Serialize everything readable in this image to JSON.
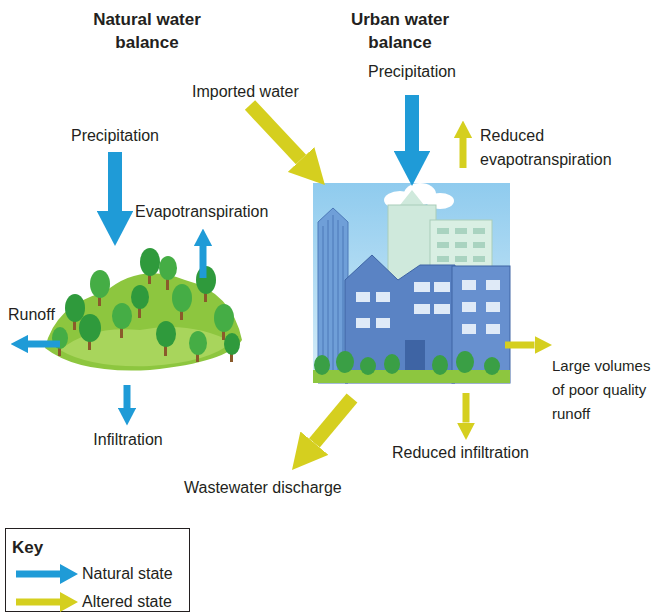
{
  "diagram": {
    "labels": [
      "Natural water balance",
      "Urban water balance",
      "Imported water",
      "Precipitation",
      "Reduced evapotranspiration",
      "Precipitation",
      "Evapotranspiration",
      "Runoff",
      "Infiltration",
      "Large volumes of poor quality runoff",
      "Reduced infiltration",
      "Wastewater discharge",
      "Key"
    ],
    "legend": [
      {
        "text": "Natural state",
        "color": "#1f9bd7"
      },
      {
        "text": "Altered state",
        "color": "#d5cf1f"
      }
    ]
  }
}
